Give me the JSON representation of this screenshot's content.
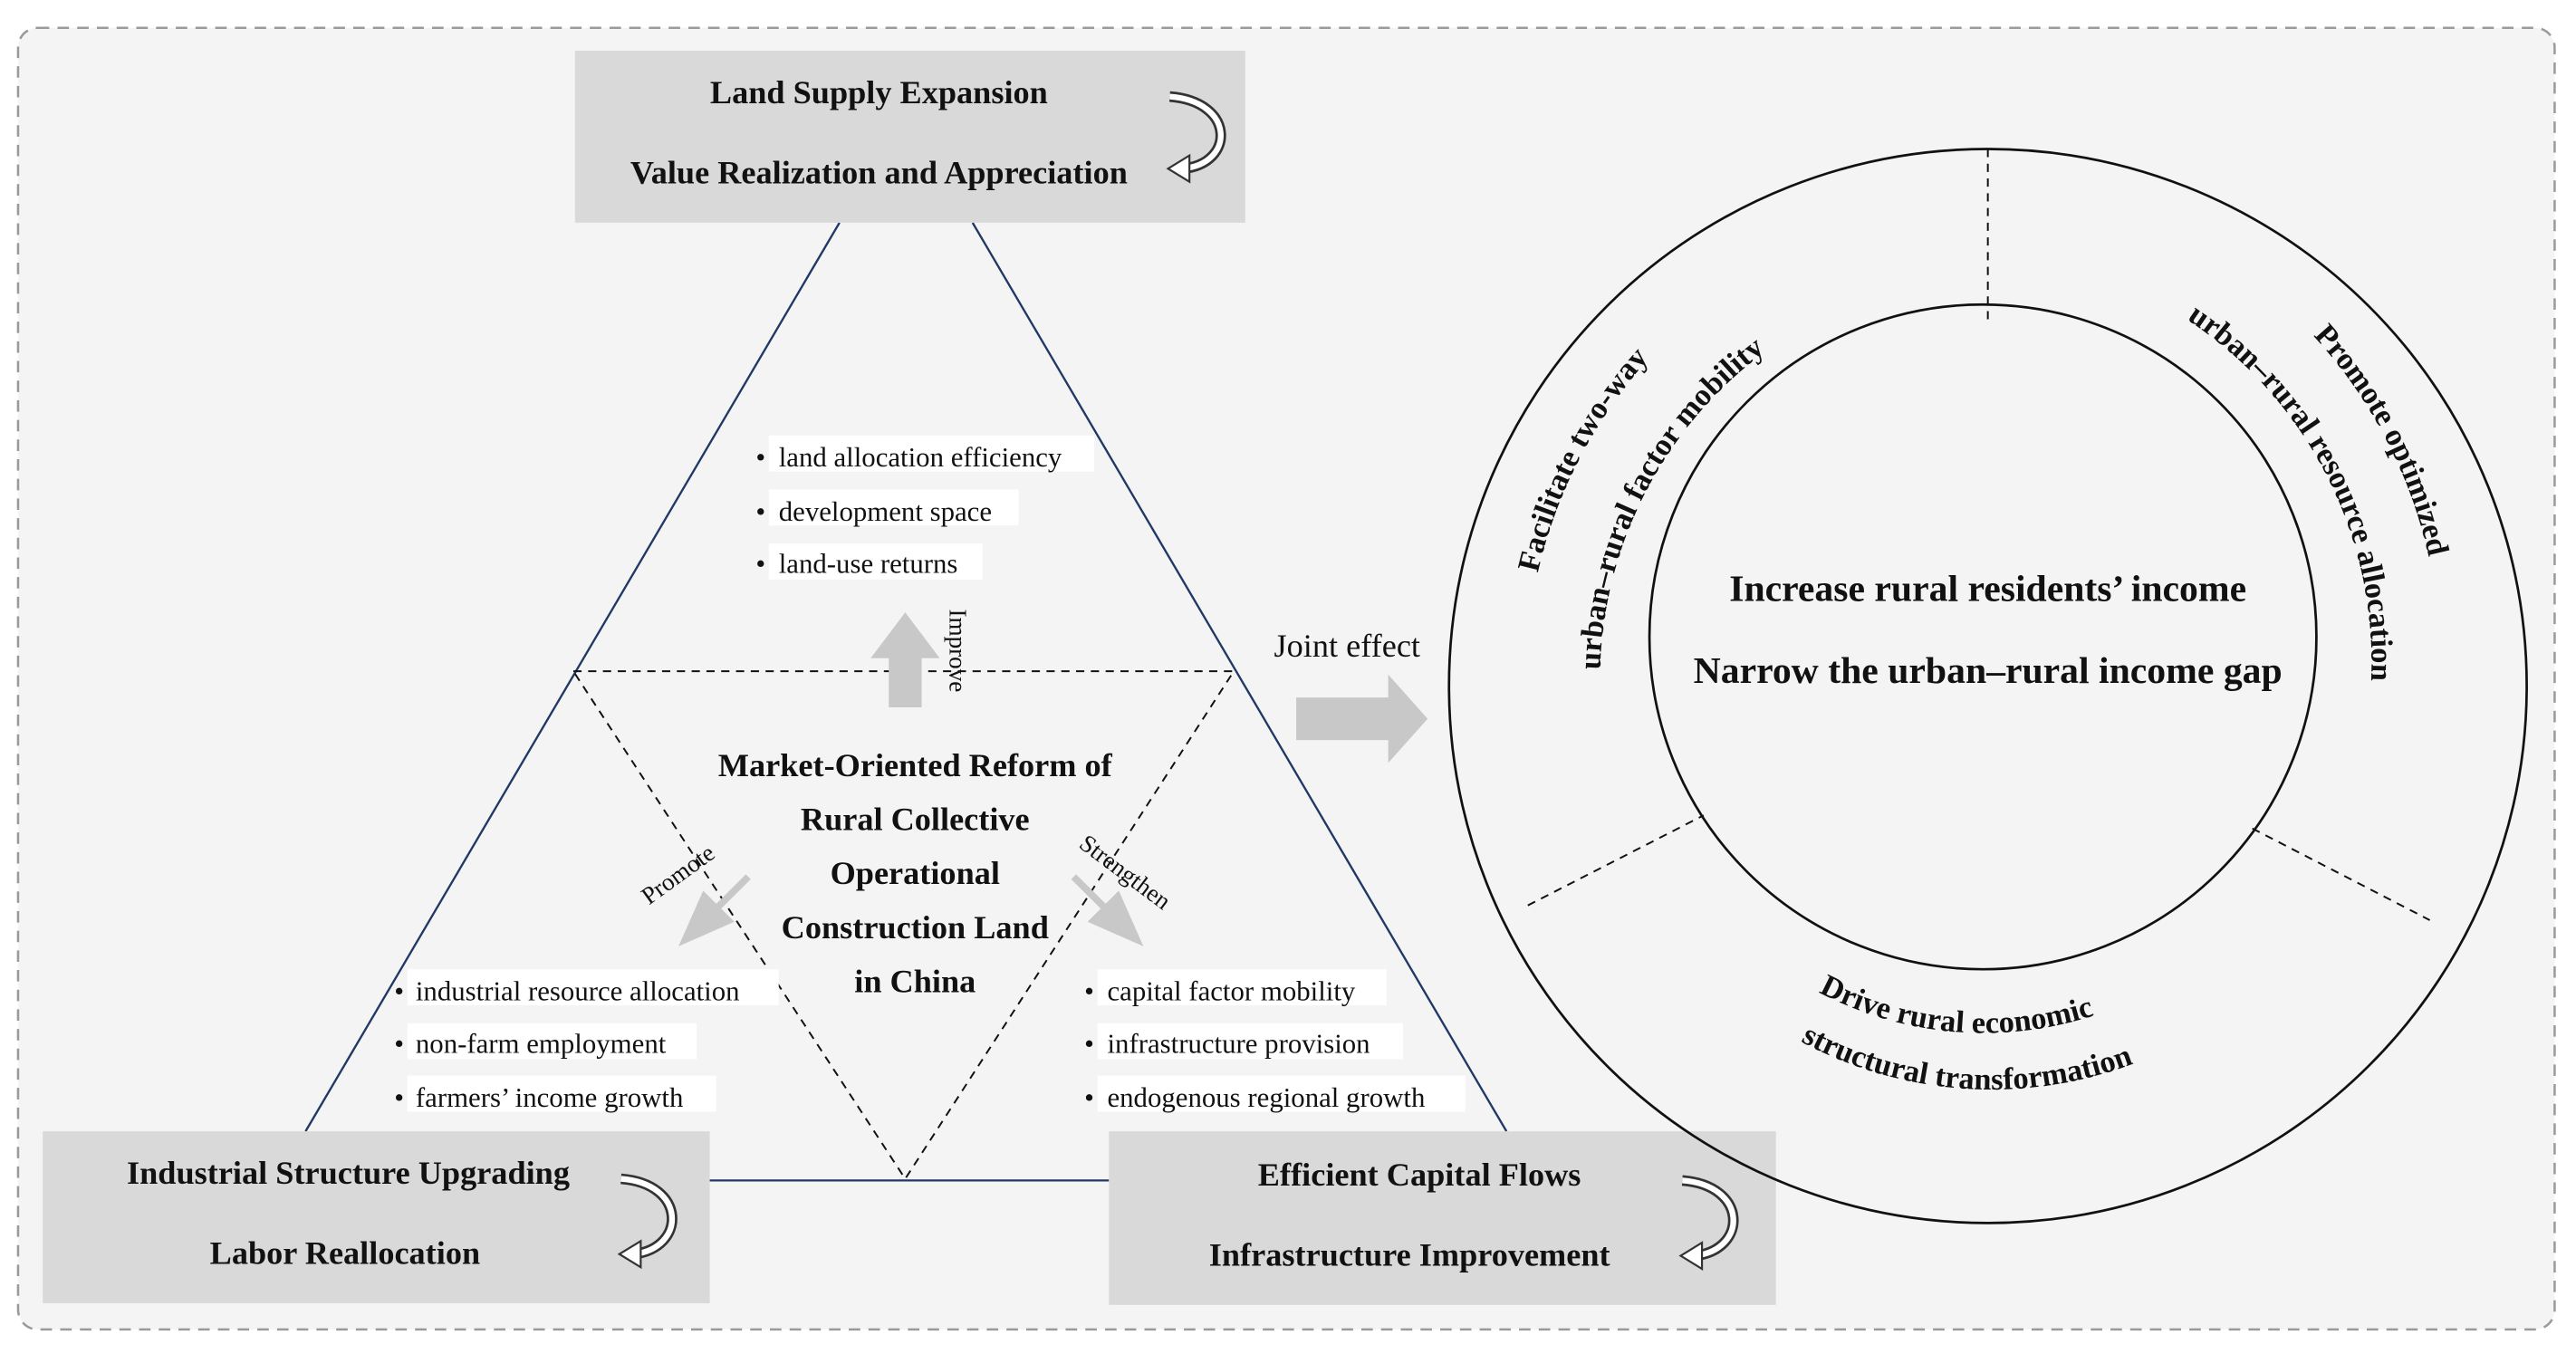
{
  "colors": {
    "panel_background": "#f4f4f4",
    "panel_border": "#9a9a9a",
    "box_fill": "#d9d9d9",
    "triangle_line": "#1f3864",
    "block_arrow": "#c8c8c8",
    "text": "#111111"
  },
  "icons": {
    "cycle_arrow": "curved-cycle-arrow-icon",
    "block_arrow": "thick-block-arrow-icon"
  },
  "boxes": {
    "land": {
      "line1": "Land Supply Expansion",
      "line2": "Value Realization and Appreciation"
    },
    "industry": {
      "line1": "Industrial Structure Upgrading",
      "line2": "Labor Reallocation"
    },
    "capital": {
      "line1": "Efficient Capital Flows",
      "line2": "Infrastructure Improvement"
    }
  },
  "center": {
    "lines": [
      "Market-Oriented Reform of",
      "Rural Collective",
      "Operational",
      "Construction Land",
      "in China"
    ]
  },
  "verbs": {
    "improve": "Improve",
    "promote": "Promote",
    "strengthen": "Strengthen"
  },
  "bullets": {
    "top": [
      "land allocation efficiency",
      "development space",
      "land-use returns"
    ],
    "left": [
      "industrial resource allocation",
      "non-farm employment",
      "farmers’ income growth"
    ],
    "right": [
      "capital factor mobility",
      "infrastructure provision",
      "endogenous regional growth"
    ]
  },
  "joint_effect": "Joint effect",
  "outcome": {
    "line1": "Increase rural residents’ income",
    "line2": "Narrow the urban–rural income gap"
  },
  "ring": {
    "left_outer": "Facilitate two-way",
    "left_inner": "urban–rural factor mobility",
    "right_outer": "Promote optimized",
    "right_inner": "urban–rural resource allocation",
    "bottom_upper": "Drive rural economic",
    "bottom_lower": "structural transformation"
  }
}
